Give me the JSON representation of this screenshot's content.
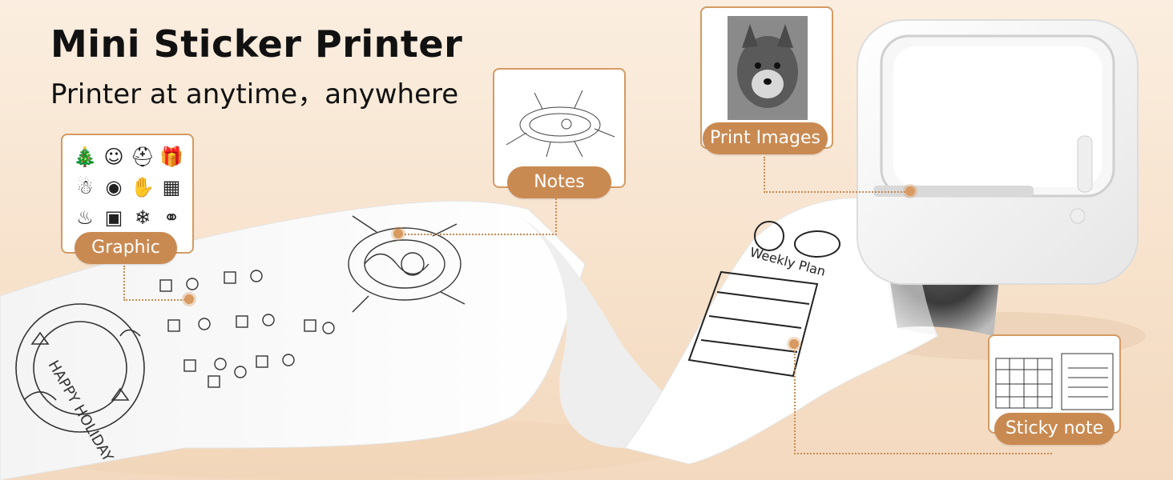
{
  "header": {
    "title": "Mini Sticker Printer",
    "subtitle": "Printer at anytime，anywhere"
  },
  "callouts": {
    "graphic": {
      "label": "Graphic"
    },
    "notes": {
      "label": "Notes"
    },
    "print_images": {
      "label": "Print Images"
    },
    "sticky_note": {
      "label": "Sticky note"
    }
  },
  "graphic_icons": [
    "tree-icon",
    "santa-icon",
    "hat-icon",
    "gift-icon",
    "snowman-icon",
    "snow-globe-icon",
    "mitten-icon",
    "fireplace-icon",
    "turkey-icon",
    "presents-icon",
    "snowflake-icon",
    "balloons-icon"
  ],
  "colors": {
    "accent": "#c98a52",
    "border": "#d49a63",
    "background": "#fbeee0"
  }
}
